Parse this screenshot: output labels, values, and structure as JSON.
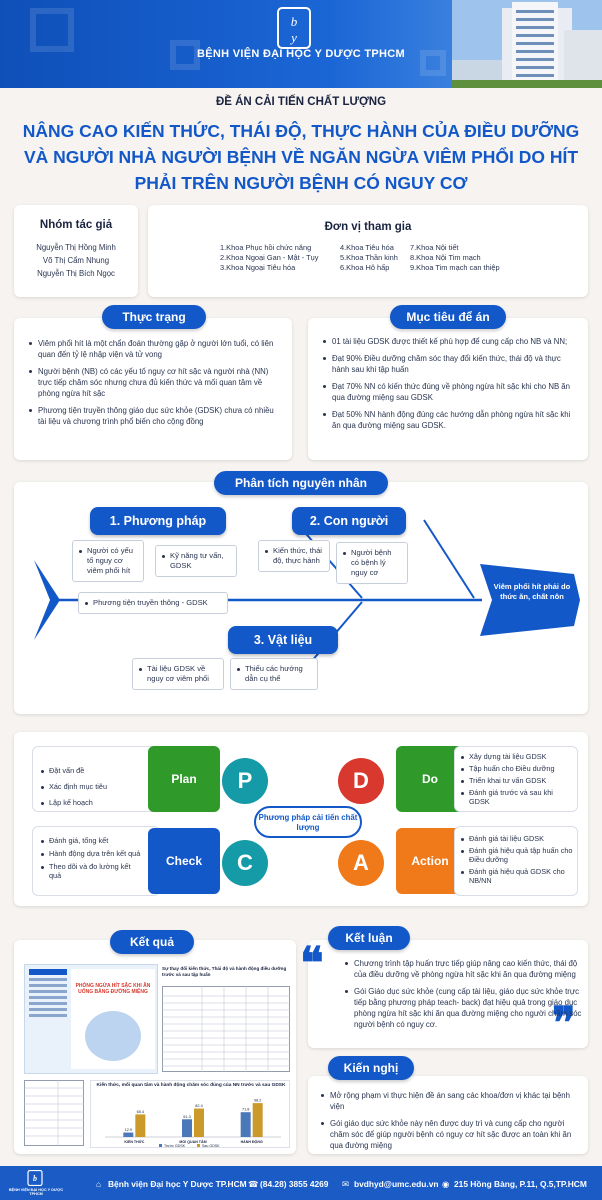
{
  "header": {
    "hospital_name": "BỆNH VIỆN ĐẠI HỌC Y DƯỢC TPHCM",
    "colors": {
      "primary": "#1358c8",
      "orange": "#f07a1a",
      "green": "#2f9a2a",
      "teal": "#159aa8",
      "red": "#d8382d"
    }
  },
  "title_small": "ĐỀ ÁN CẢI TIẾN CHẤT LƯỢNG",
  "title_large": "NÂNG CAO KIẾN THỨC, THÁI ĐỘ, THỰC HÀNH CỦA ĐIỀU DƯỠNG VÀ NGƯỜI NHÀ NGƯỜI BỆNH VỀ NGĂN NGỪA VIÊM PHỔI DO HÍT PHẢI TRÊN NGƯỜI BỆNH CÓ NGUY CƠ",
  "authors": {
    "heading": "Nhóm tác giả",
    "names": [
      "Nguyễn Thị Hồng Minh",
      "Võ Thị Cẩm Nhung",
      "Nguyễn Thị Bích Ngọc"
    ]
  },
  "units": {
    "heading": "Đơn vị  tham gia",
    "col1": [
      "1.Khoa Phục hồi chức năng",
      "2.Khoa Ngoại Gan - Mật - Tụy",
      "3.Khoa Ngoại Tiêu hóa"
    ],
    "col2": [
      "4.Khoa Tiêu hóa",
      "5.Khoa Thần kinh",
      "6.Khoa Hô hấp"
    ],
    "col3": [
      "7.Khoa Nội tiết",
      "8.Khoa Nội Tim mạch",
      "9.Khoa Tim mạch can thiệp"
    ]
  },
  "situation": {
    "heading": "Thực trạng",
    "items": [
      "Viêm phổi hít là một chẩn đoán thường gặp ở người lớn tuổi, có liên quan đến tỷ lệ nhập viện và tử vong",
      "Người bệnh (NB) có các yếu tố nguy cơ hít sặc và người nhà (NN) trực tiếp chăm sóc nhưng chưa đủ kiến thức và mối quan tâm về phòng ngừa hít sặc",
      "Phương tiện truyền thông giáo dục sức khỏe (GDSK) chưa có nhiều tài liệu và chương trình phổ biến cho cộng đồng"
    ]
  },
  "goals": {
    "heading": "Mục tiêu để án",
    "items": [
      "01 tài liệu GDSK được thiết kế phù hợp để cung cấp cho NB và NN;",
      "Đạt 90% Điều dưỡng chăm sóc thay đổi kiến thức, thái độ và thực hành sau khi tập huấn",
      "Đạt 70% NN có kiến thức đúng về phòng ngừa hít sặc khi cho NB ăn qua đường miệng sau GDSK",
      "Đạt 50% NN hành động đúng các hướng dẫn phòng ngừa hít sặc khi ăn qua đường miệng sau GDSK."
    ]
  },
  "cause": {
    "heading": "Phân tích nguyên nhân",
    "cat1": {
      "label": "1. Phương pháp",
      "items": [
        "Người có yếu tố nguy cơ viêm phổi hít",
        "Kỹ năng tư vấn, GDSK",
        "Phương tiện truyền thông - GDSK"
      ]
    },
    "cat2": {
      "label": "2. Con người",
      "items": [
        "Kiến thức, thái độ, thực hành",
        "Người bệnh có bệnh lý nguy cơ"
      ]
    },
    "cat3": {
      "label": "3. Vật liệu",
      "items": [
        "Tài liệu GDSK về nguy cơ viêm phổi",
        "Thiếu các hướng dẫn cụ thể"
      ]
    },
    "head": "Viêm phổi hít phải do thức ăn, chất nôn"
  },
  "pdca": {
    "center": "Phương pháp cải tiến chất lượng",
    "plan": {
      "label": "Plan",
      "letter": "P",
      "items": [
        "Đặt vấn đề",
        "Xác định mục tiêu",
        "Lập kế hoạch"
      ]
    },
    "do": {
      "label": "Do",
      "letter": "D",
      "items": [
        "Xây dựng tài liệu GDSK",
        "Tập huấn cho Điều dưỡng",
        "Triển khai tư vấn GDSK",
        "Đánh giá trước và sau khi GDSK"
      ]
    },
    "check": {
      "label": "Check",
      "letter": "C",
      "items": [
        "Đánh giá, tổng kết",
        "Hành động dựa trên kết quả",
        "Theo dõi và đo lường kết quả"
      ]
    },
    "act": {
      "label": "Action",
      "letter": "A",
      "items": [
        "Đánh giá tài liệu GDSK",
        "Đánh giá hiệu quả tập huấn cho Điều dưỡng",
        "Đánh giá hiệu quả  GDSK cho NB/NN"
      ]
    }
  },
  "results": {
    "heading": "Kết quả",
    "table_title": "Sự thay đổi kiến thức, Thái độ và hành động điều dưỡng trước và sau tập huấn",
    "leaflet_title": "PHÒNG NGỪA HÍT SẶC KHI ĂN UỐNG BẰNG ĐƯỜNG MIỆNG",
    "chart_title": "Kiến thức, mối quan tâm và hành động chăm sóc đúng của NN trước và sau GDSK",
    "legend": [
      "Trước GDSK",
      "Sau GDSK"
    ]
  },
  "chart_data": {
    "type": "bar",
    "title": "Kiến thức, mối quan tâm và hành động chăm sóc đúng của NN trước và sau GDSK",
    "categories": [
      "KIẾN THỨC",
      "MỐI QUAN TÂM",
      "HÀNH ĐỘNG"
    ],
    "series": [
      {
        "name": "Trước GDSK",
        "values": [
          12.9,
          51.3,
          71.8
        ]
      },
      {
        "name": "Sau GDSK",
        "values": [
          65.4,
          82.4,
          98.2
        ]
      }
    ],
    "ylim": [
      0,
      110
    ]
  },
  "conclusion": {
    "heading": "Kết luận",
    "items": [
      "Chương trình tập huấn trực tiếp giúp nâng cao kiến thức, thái độ của điều dưỡng về phòng ngừa hít sặc khi ăn qua đường miệng",
      "Gói Giáo dục sức khỏe (cung cấp tài liệu, giáo dục sức khỏe trực tiếp bằng phương pháp teach- back) đạt hiệu quả trong giáo dục phòng ngừa hít sặc khi ăn qua đường miệng cho người chăm sóc người bệnh có nguy cơ."
    ]
  },
  "recommend": {
    "heading": "Kiến nghị",
    "items": [
      "Mở rộng phạm vi thực hiện đề án sang các khoa/đơn vị khác tại bệnh viện",
      "Gói giáo dục sức khỏe này nên được duy trì và cung cấp cho người chăm sóc để giúp người bệnh có nguy cơ hít sặc được an toàn khi ăn qua đường miệng"
    ]
  },
  "footer": {
    "logo_text": "BỆNH VIỆN ĐẠI HỌC Y DƯỢC TPHCM",
    "name": "Bệnh viện Đại học Y Dược TP.HCM",
    "phone": "(84.28) 3855 4269",
    "email": "bvdhyd@umc.edu.vn",
    "address": "215 Hồng Bàng, P.11, Q.5,TP.HCM"
  }
}
